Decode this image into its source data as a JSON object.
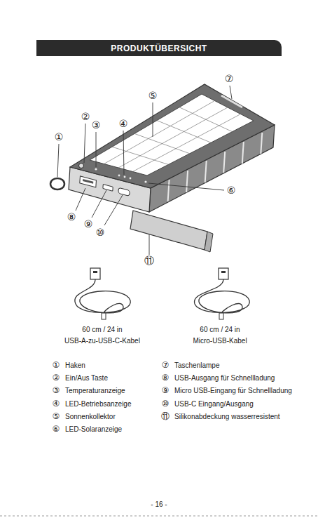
{
  "diagram": {
    "title": "PRODUKTÜBERSICHT",
    "labels": [
      "①",
      "②",
      "③",
      "④",
      "⑤",
      "⑥",
      "⑦",
      "⑧",
      "⑨",
      "⑩",
      "⑪",
      "60 cm / 24 in",
      "USB-A-zu-USB-C-Kabel",
      "60 cm / 24 in",
      "Micro-USB-Kabel",
      "①",
      "Haken",
      "②",
      "Ein/Aus Taste",
      "③",
      "Temperaturanzeige",
      "④",
      "LED-Betriebsanzeige",
      "⑤",
      "Sonnenkollektor",
      "⑥",
      "LED-Solaranzeige",
      "⑦",
      "Taschenlampe",
      "⑧",
      "USB-Ausgang für Schnellladung",
      "⑨",
      "Micro USB-Eingang für Schnellladung",
      "⑩",
      "USB-C Eingang/Ausgang",
      "⑪",
      "Silikonabdeckung wasserresistent",
      "- 16 -"
    ]
  }
}
